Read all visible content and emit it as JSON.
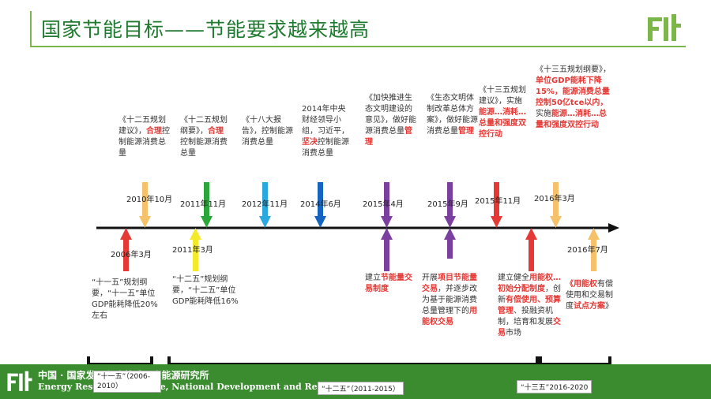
{
  "title": "国家节能目标——节能要求越来越高",
  "above_notes": [
    {
      "id": "n1",
      "parts": [
        {
          "t": "《十二五规划建议》，"
        },
        {
          "t": "合理",
          "r": true
        },
        {
          "t": "控制能源消费总量"
        }
      ]
    },
    {
      "id": "n2",
      "parts": [
        {
          "t": "《十二五规划纲要》，"
        },
        {
          "t": "合理",
          "r": true
        },
        {
          "t": "控制能源消费总量"
        }
      ]
    },
    {
      "id": "n3",
      "parts": [
        {
          "t": "《十八大报告》，控制能源消费总量"
        }
      ]
    },
    {
      "id": "n4",
      "parts": [
        {
          "t": "2014年中央财经领导小组，习近平，"
        },
        {
          "t": "坚决",
          "r": true
        },
        {
          "t": "控制能源消费总量"
        }
      ]
    },
    {
      "id": "n5",
      "parts": [
        {
          "t": "《加快推进生态文明建设的意见》，做好能源消费总量"
        },
        {
          "t": "管理",
          "r": true
        }
      ]
    },
    {
      "id": "n6",
      "parts": [
        {
          "t": "《生态文明体制改革总体方案》，做好能源消费总量"
        },
        {
          "t": "管理",
          "r": true
        }
      ]
    },
    {
      "id": "n7",
      "parts": [
        {
          "t": "《十三五规划建议》，实施"
        },
        {
          "t": "能源…消耗…总量和强度双控行动",
          "r": true
        }
      ]
    },
    {
      "id": "n8",
      "parts": [
        {
          "t": "《十三五规划纲要》，"
        },
        {
          "t": "单位GDP能耗下降15%，能源消费总量控制50亿tce以内，",
          "r": true
        },
        {
          "t": "实施"
        },
        {
          "t": "能源…消耗…总量和强度双控行动",
          "r": true
        }
      ]
    }
  ],
  "below_notes": [
    {
      "id": "b1",
      "parts": [
        {
          "t": "“十一五”规划纲要，“十一五”单位GDP能耗降低20%左右"
        }
      ]
    },
    {
      "id": "b2",
      "parts": [
        {
          "t": "“十二五”规划纲要，“十二五”单位GDP能耗降低16%"
        }
      ]
    },
    {
      "id": "b3",
      "parts": [
        {
          "t": "建立"
        },
        {
          "t": "节能量交易制度",
          "r": true
        }
      ]
    },
    {
      "id": "b4",
      "parts": [
        {
          "t": "开展"
        },
        {
          "t": "项目节能量交易",
          "r": true
        },
        {
          "t": "，并逐步改为基于能源消费总量管理下的"
        },
        {
          "t": "用能权交易",
          "r": true
        }
      ]
    },
    {
      "id": "b5",
      "parts": [
        {
          "t": "建立健全"
        },
        {
          "t": "用能权…初始分配制度",
          "r": true
        },
        {
          "t": "，创新"
        },
        {
          "t": "有偿使用、预算管理",
          "r": true
        },
        {
          "t": "、投融资机制，培育和发展"
        },
        {
          "t": "交易",
          "r": true
        },
        {
          "t": "市场"
        }
      ]
    },
    {
      "id": "b6",
      "parts": [
        {
          "t": "《用能权",
          "r": true
        },
        {
          "t": "有偿使用和交易制度"
        },
        {
          "t": "试点方案",
          "r": true
        },
        {
          "t": "》"
        }
      ]
    }
  ],
  "dates_above": [
    "2010年10月",
    "2011年11月",
    "2012年11月",
    "2014年6月",
    "2015年4月",
    "2015年9月",
    "2015年11月",
    "2016年3月"
  ],
  "dates_below": [
    "2006年3月",
    "2011年3月",
    "2016年7月"
  ],
  "periods": [
    {
      "label": "“十一五”（2006-2010）"
    },
    {
      "label": "“十二五”（2011-2015）"
    },
    {
      "label": "“十三五”2016-2020"
    }
  ],
  "footer": {
    "cn": "中国 · 国家发展和改革委员会能源研究所",
    "en": "Energy Research Institute, National Development and Reform Commission"
  },
  "colors": {
    "title": "#1e7a2e",
    "accent_green": "#7ab648",
    "footer_bg": "#3a8c2f",
    "red": "#e53935",
    "orange_light": "#f5c26b",
    "green": "#2aa63a",
    "cyan": "#29a9e0",
    "blue": "#1565c0",
    "purple": "#7b3fa0",
    "yellow": "#f2ea2a"
  },
  "icons": [
    "eri-logo-icon"
  ]
}
